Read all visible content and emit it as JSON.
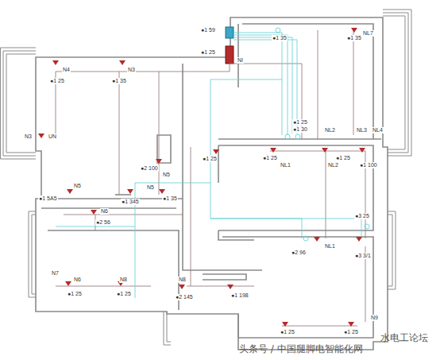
{
  "diagram": {
    "labels": [
      "●1 59",
      "●1 25",
      "NI",
      "●1 35",
      "●1 35",
      "NL7",
      "N4",
      "N3",
      "●1 25",
      "●1 35",
      "N3",
      "UN",
      "●1 25",
      "●1 30",
      "NL2",
      "NL3",
      "NL4",
      "●1 25",
      "●1 25",
      "NL1",
      "NL2",
      "●1 25",
      "●1 100",
      "●2 100",
      "N5",
      "N5",
      "N5",
      "●1 5A5",
      "●1 35",
      "●1 345",
      "N6",
      "●2 56",
      "●3 25",
      "NL1",
      "●2 96",
      "●3 3/1",
      "N7",
      "N6",
      "N8",
      "●1 25",
      "●1 25",
      "N8",
      "●2 145",
      "●1 198",
      "N9",
      "●1 25",
      "●1 25",
      "头条号 / 中国腿脚电智能化网",
      "水电工论坛"
    ]
  }
}
